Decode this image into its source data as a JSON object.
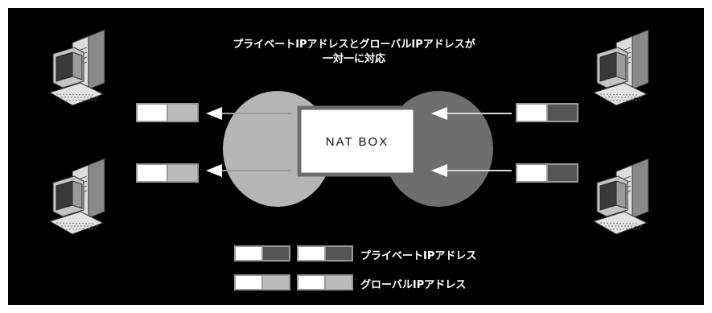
{
  "diagram": {
    "title_line1": "プライベートIPアドレスとグローバルIPアドレスが",
    "title_line2": "一対一に対応",
    "nat_label": "NAT BOX",
    "legend": [
      {
        "label": "プライベートIPアドレス",
        "color": "#555555"
      },
      {
        "label": "グローバルIPアドレス",
        "color": "#bbbbbb"
      }
    ],
    "colors": {
      "background": "#000000",
      "private_circle": "#b5b5b5",
      "global_circle": "#6e6e6e",
      "nat_border": "#6e6e6e",
      "private_fill": "#555555",
      "global_fill": "#bbbbbb"
    }
  }
}
